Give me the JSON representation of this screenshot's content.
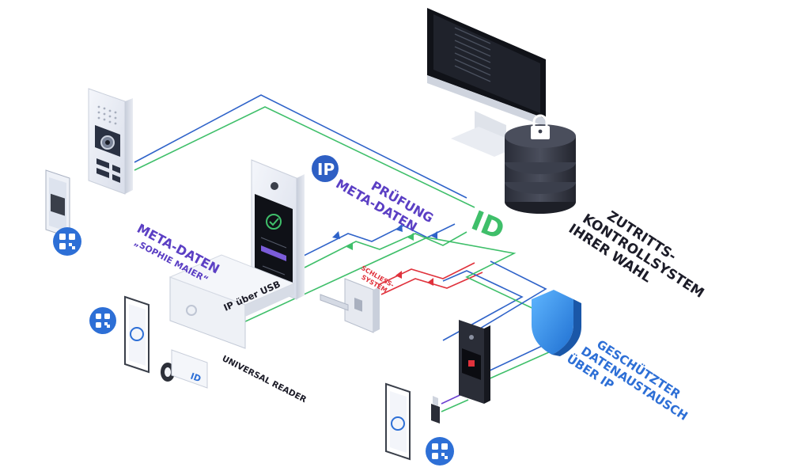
{
  "labels": {
    "pruefung": "PRÜFUNG",
    "meta_daten_top": "META-DATEN",
    "meta_daten_left": "META-DATEN",
    "sophie": "„SOPHIE MAIER“",
    "ip_usb": "IP über USB",
    "universal_reader": "UNIVERSAL READER",
    "schliess_1": "SCHLIESS-",
    "schliess_2": "SYSTEM",
    "zutritts_1": "ZUTRITTS-",
    "zutritts_2": "KONTROLLSYSTEM",
    "zutritts_3": "IHRER WAHL",
    "geschuetzt_1": "GESCHÜTZTER",
    "geschuetzt_2": "DATENAUSTAUSCH",
    "geschuetzt_3": "ÜBER IP",
    "ip_badge": "IP",
    "id_big": "ID",
    "id_card": "ID"
  },
  "colors": {
    "blue_line": "#2f63c9",
    "green_line": "#3fbf6a",
    "red_line": "#e0323c",
    "purple_line": "#6a3fd1",
    "label_purple": "#5b3fc4",
    "label_blue": "#2d6fd6",
    "label_dark": "#1c1c28",
    "id_green": "#3fbf6a",
    "ip_badge_bg": "#2e5fc4"
  },
  "icons": [
    "lock-icon",
    "shield-icon",
    "qr-code-icon",
    "check-icon",
    "key-fob-icon"
  ]
}
